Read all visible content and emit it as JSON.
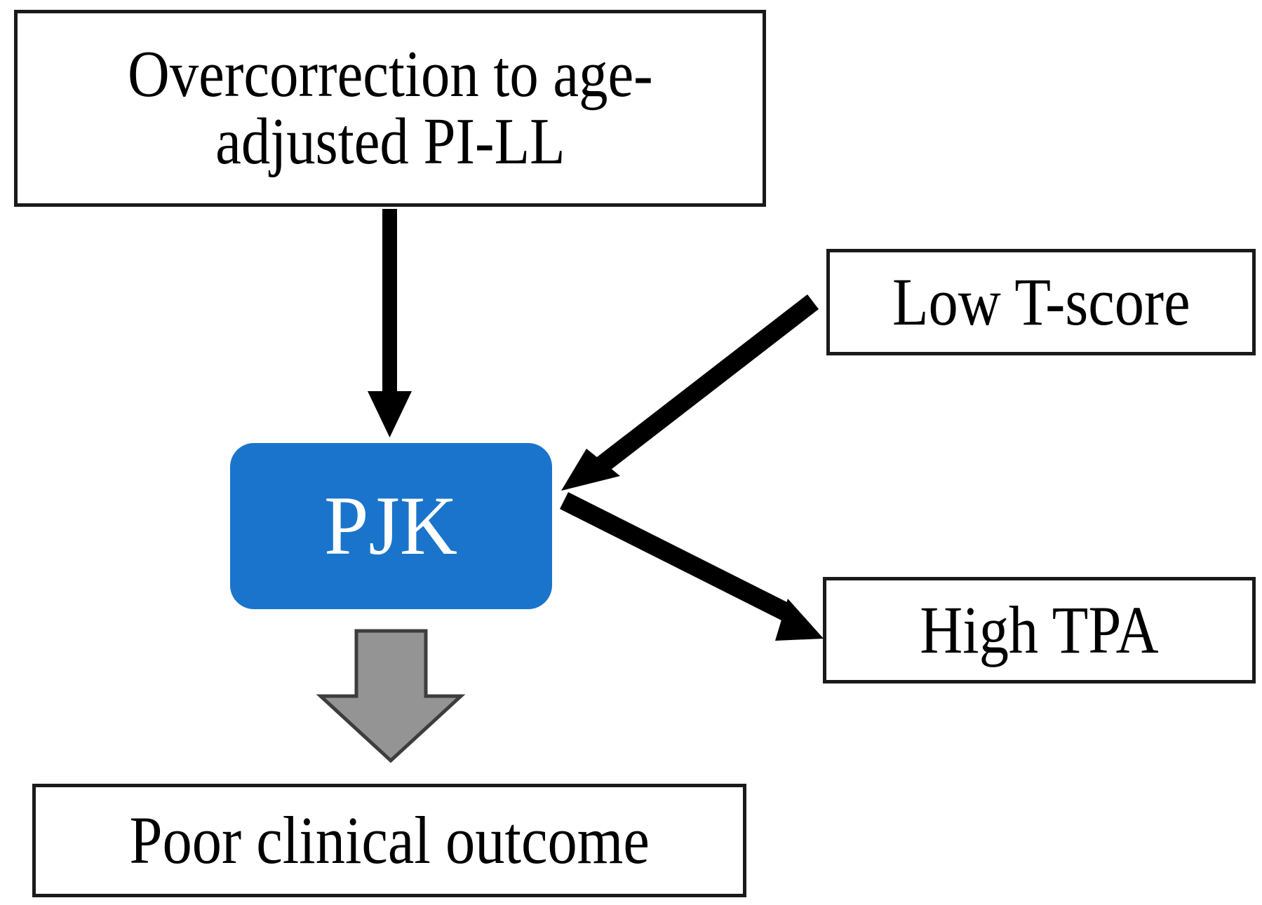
{
  "diagram": {
    "title": "PJK causal flow diagram",
    "background_color": "#ffffff",
    "nodes": {
      "overcorrection": {
        "label": "Overcorrection to age-\nadjusted PI-LL",
        "shape": "rectangle",
        "fill": "#ffffff",
        "border_color": "#1a1a1a",
        "text_color": "#000000"
      },
      "pjk": {
        "label": "PJK",
        "shape": "rounded-rectangle",
        "fill": "#1a74cb",
        "text_color": "#ffffff"
      },
      "low_tscore": {
        "label": "Low T-score",
        "shape": "rectangle",
        "fill": "#ffffff",
        "border_color": "#1a1a1a",
        "text_color": "#000000"
      },
      "high_tpa": {
        "label": "High TPA",
        "shape": "rectangle",
        "fill": "#ffffff",
        "border_color": "#1a1a1a",
        "text_color": "#000000"
      },
      "poor_outcome": {
        "label": "Poor clinical outcome",
        "shape": "rectangle",
        "fill": "#ffffff",
        "border_color": "#1a1a1a",
        "text_color": "#000000"
      }
    },
    "edges": [
      {
        "id": "overcorrection-to-pjk",
        "from": "overcorrection",
        "to": "pjk",
        "style": "solid",
        "color": "#000000",
        "direction": "down"
      },
      {
        "id": "low-tscore-to-pjk",
        "from": "low_tscore",
        "to": "pjk",
        "style": "solid",
        "color": "#000000",
        "direction": "down-left"
      },
      {
        "id": "pjk-to-high-tpa",
        "from": "pjk",
        "to": "high_tpa",
        "style": "solid",
        "color": "#000000",
        "direction": "down-right"
      },
      {
        "id": "pjk-to-poor-outcome",
        "from": "pjk",
        "to": "poor_outcome",
        "style": "block-arrow",
        "color": "#949494",
        "border_color": "#3d3d3d",
        "direction": "down"
      }
    ]
  }
}
